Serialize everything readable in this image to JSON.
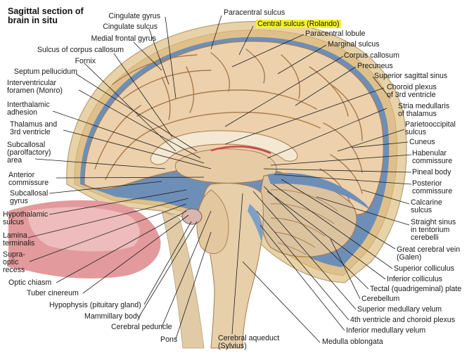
{
  "title": "Sagittal section of\nbrain in situ",
  "labels": {
    "cingulate_gyrus": "Cingulate gyrus",
    "paracentral_sulcus": "Paracentral sulcus",
    "cingulate_sulcus": "Cingulate sulcus",
    "central_sulcus": "Central sulcus (Rolando)",
    "medial_frontal_gyrus": "Medial frontal gyrus",
    "paracentral_lobule": "Paracentral lobule",
    "sulcus_corpus_callosum": "Sulcus of corpus callosum",
    "marginal_sulcus": "Marginal sulcus",
    "fornix": "Fornix",
    "corpus_callosum": "Corpus callosum",
    "septum_pellucidum": "Septum pellucidum",
    "precuneus": "Precuneus",
    "interventricular_foramen": "Interventricular\nforamen (Monro)",
    "superior_sagittal_sinus": "Superior sagittal sinus",
    "choroid_plexus_3rd": "Choroid plexus\nof 3rd ventricle",
    "interthalamic_adhesion": "Interthalamic\nadhesion",
    "stria_medullaris": "Stria medullaris\nof thalamus",
    "thalamus_3rd_ventricle": "Thalamus and\n3rd ventricle",
    "parietooccipital_sulcus": "Parietooccipital\nsulcus",
    "subcallosal_area": "Subcallosal\n(parolfactory)\narea",
    "cuneus": "Cuneus",
    "habenular_commissure": "Habenular\ncommissure",
    "anterior_commissure": "Anterior\ncommissure",
    "pineal_body": "Pineal body",
    "posterior_commissure": "Posterior\ncommissure",
    "subcallosal_gyrus": "Subcallosal\ngyrus",
    "calcarine_sulcus": "Calcarine\nsulcus",
    "hypothalamic_sulcus": "Hypothalamic\nsulcus",
    "straight_sinus": "Straight sinus\nin tentorium\ncerebelli",
    "lamina_terminalis": "Lamina\nterminalis",
    "supraoptic_recess": "Supra-\noptic\nrecess",
    "great_cerebral_vein": "Great cerebral vein\n(Galen)",
    "optic_chiasm": "Optic chiasm",
    "superior_colliculus": "Superior colliculus",
    "inferior_colliculus": "Inferior colliculus",
    "tuber_cinereum": "Tuber cinereum",
    "tectal_plate": "Tectal (quadrigeminal) plate",
    "hypophysis": "Hypophysis (pituitary gland)",
    "cerebellum": "Cerebellum",
    "mammillary_body": "Mammillary body",
    "superior_medullary_velum": "Superior medullary velum",
    "cerebral_peduncle": "Cerebral peduncle",
    "fourth_ventricle": "4th ventricle and choroid plexus",
    "inferior_medullary_velum": "Inferior medullary velum",
    "pons": "Pons",
    "cerebral_aqueduct": "Cerebral aqueduct\n(Sylvius)",
    "medulla_oblongata": "Medulla oblongata"
  },
  "colors": {
    "skull_bone": "#e8d3a8",
    "dura": "#6d8fb7",
    "cortex": "#ecd1ac",
    "sulcus": "#a77a4e",
    "corpus_callosum": "#f4e8d2",
    "cerebellum": "#dcc3a0",
    "brainstem": "#e7cfaa",
    "ventricle_blue": "#7f9fc4",
    "pink_tissue": "#e39a9c",
    "highlight": "#f6f12a",
    "leader_line": "#1c1c1c"
  }
}
